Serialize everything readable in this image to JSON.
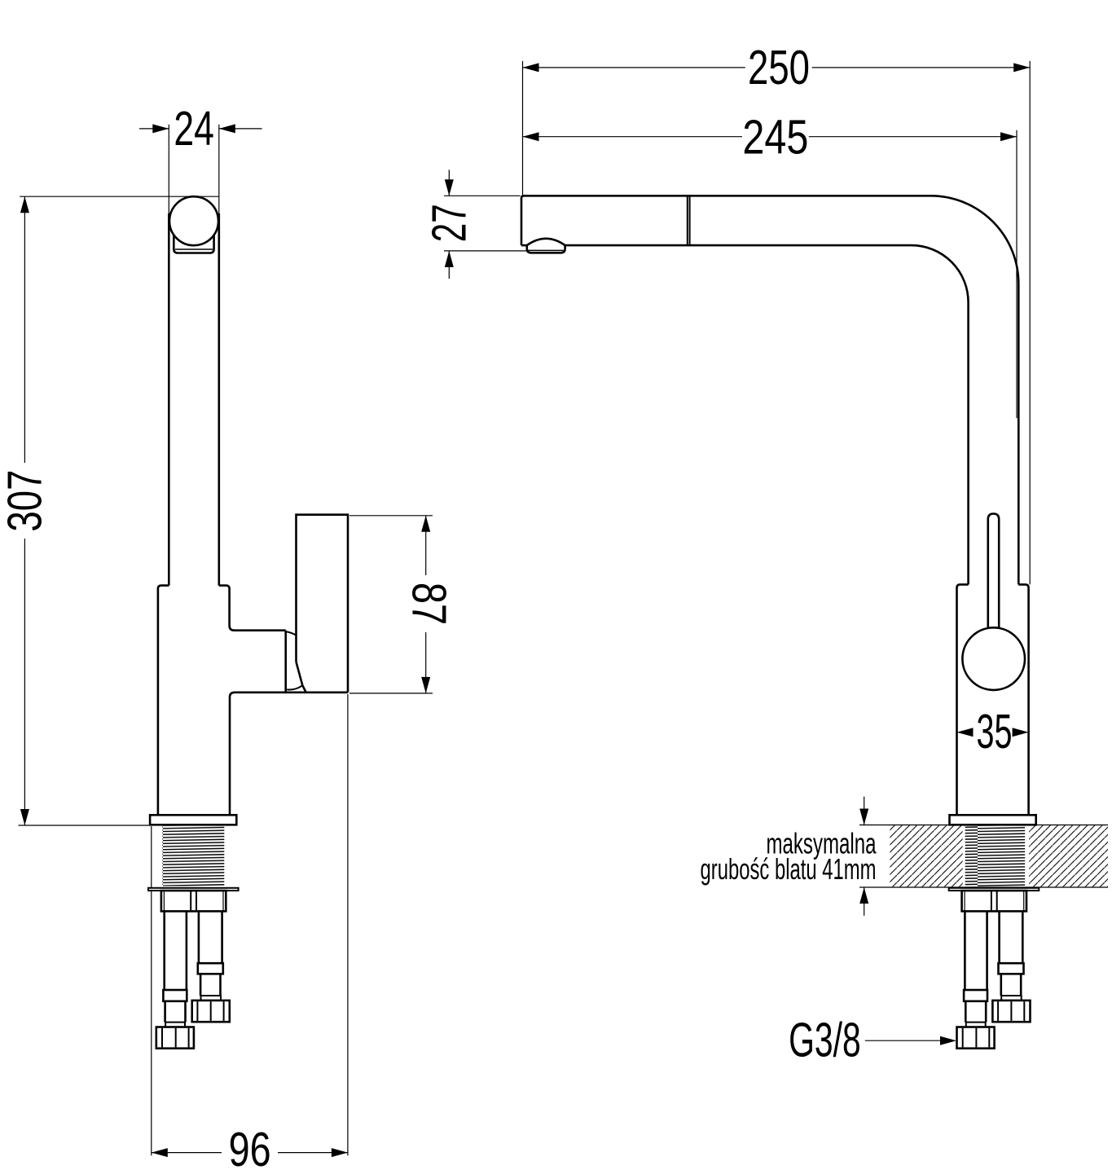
{
  "drawing": {
    "type": "technical-dimension-drawing",
    "subject": "kitchen-faucet-two-views",
    "background_color": "#ffffff",
    "line_color": "#000000",
    "side_view": {
      "dim_spout_pipe_width": "24",
      "dim_total_height": "307",
      "dim_handle_length": "87",
      "dim_base_depth": "96"
    },
    "front_view": {
      "dim_spout_reach_total": "250",
      "dim_spout_reach": "245",
      "dim_spout_end_height": "27",
      "dim_body_width": "35",
      "note_countertop_line1": "maksymalna",
      "note_countertop_line2": "grubość blatu 41mm",
      "label_connection_thread": "G3/8"
    }
  }
}
